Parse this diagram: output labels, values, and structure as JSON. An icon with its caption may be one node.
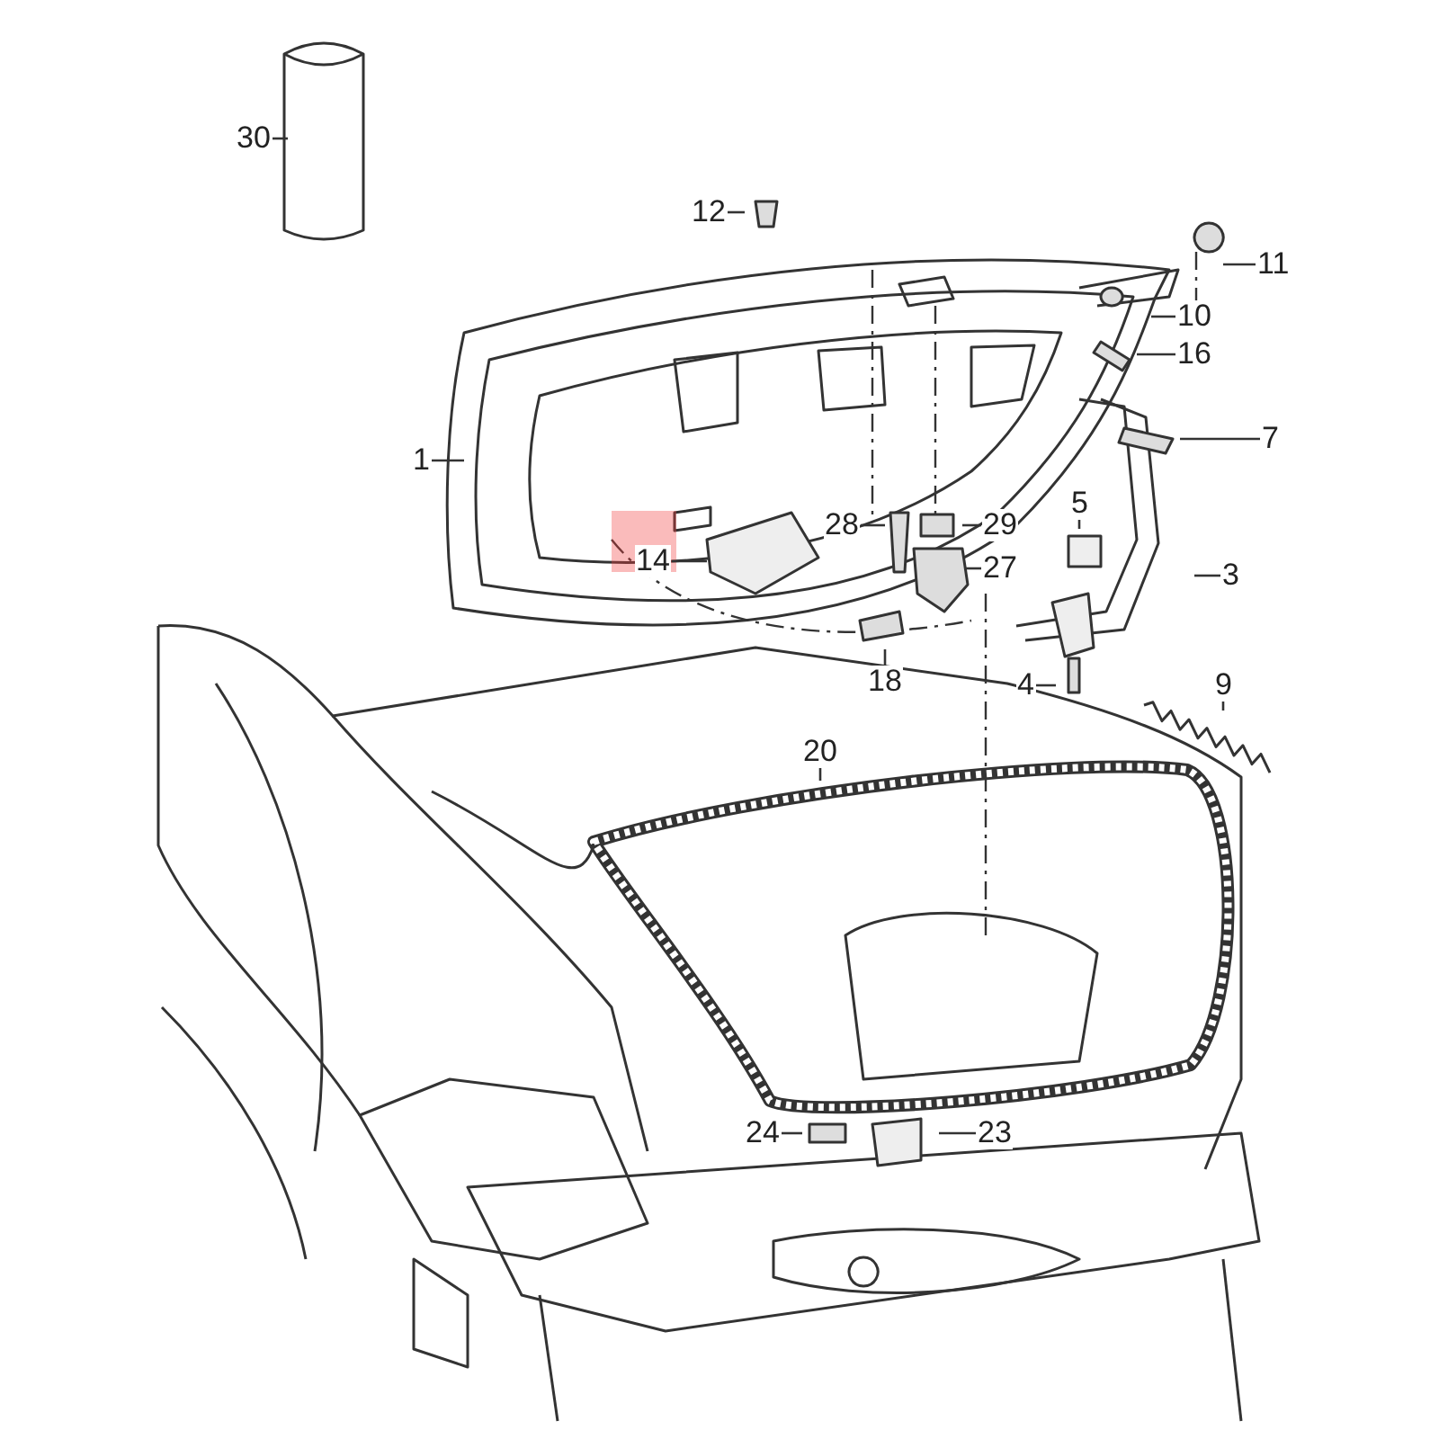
{
  "diagram": {
    "nodes": [
      {
        "text": [
          "30"
        ]
      },
      {
        "text": [
          "12"
        ]
      },
      {
        "text": [
          "11"
        ]
      },
      {
        "text": [
          "10"
        ]
      },
      {
        "text": [
          "16"
        ]
      },
      {
        "text": [
          "1"
        ]
      },
      {
        "text": [
          "7"
        ]
      },
      {
        "text": [
          "28"
        ]
      },
      {
        "text": [
          "29"
        ]
      },
      {
        "text": [
          "14"
        ]
      },
      {
        "text": [
          "27"
        ]
      },
      {
        "text": [
          "5"
        ]
      },
      {
        "text": [
          "3"
        ]
      },
      {
        "text": [
          "18"
        ]
      },
      {
        "text": [
          "4"
        ]
      },
      {
        "text": [
          "9"
        ]
      },
      {
        "text": [
          "20"
        ]
      },
      {
        "text": [
          "24"
        ]
      },
      {
        "text": [
          "23"
        ]
      }
    ],
    "edges": [
      {
        "from": 0,
        "to": null,
        "arrow": "none"
      },
      {
        "from": 1,
        "to": null,
        "arrow": "none"
      },
      {
        "from": 2,
        "to": null,
        "arrow": "none"
      },
      {
        "from": 3,
        "to": null,
        "arrow": "none"
      },
      {
        "from": 4,
        "to": null,
        "arrow": "none"
      },
      {
        "from": 5,
        "to": null,
        "arrow": "none"
      },
      {
        "from": 6,
        "to": null,
        "arrow": "none"
      },
      {
        "from": 7,
        "to": null,
        "arrow": "none"
      },
      {
        "from": 8,
        "to": null,
        "arrow": "none"
      },
      {
        "from": 9,
        "to": null,
        "arrow": "none"
      },
      {
        "from": 10,
        "to": null,
        "arrow": "none"
      },
      {
        "from": 11,
        "to": null,
        "arrow": "none"
      },
      {
        "from": 12,
        "to": null,
        "arrow": "none"
      },
      {
        "from": 13,
        "to": null,
        "arrow": "none"
      },
      {
        "from": 14,
        "to": null,
        "arrow": "none"
      },
      {
        "from": 15,
        "to": null,
        "arrow": "none"
      },
      {
        "from": 16,
        "to": null,
        "arrow": "none"
      },
      {
        "from": 17,
        "to": null,
        "arrow": "none"
      },
      {
        "from": 18,
        "to": null,
        "arrow": "none"
      }
    ]
  }
}
